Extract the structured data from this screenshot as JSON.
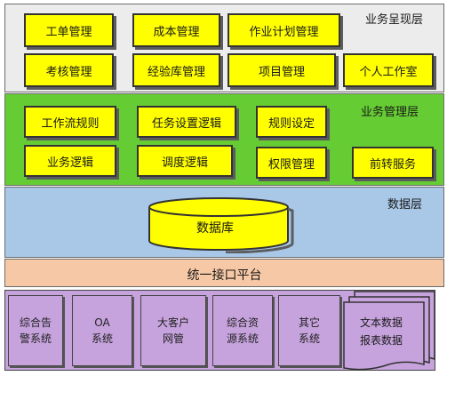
{
  "presentation_layer": {
    "title": "业务呈现层",
    "boxes": [
      "工单管理",
      "成本管理",
      "作业计划管理",
      "考核管理",
      "经验库管理",
      "项目管理",
      "个人工作室"
    ]
  },
  "business_layer": {
    "title": "业务管理层",
    "boxes": [
      "工作流规则",
      "任务设置逻辑",
      "规则设定",
      "业务逻辑",
      "调度逻辑",
      "权限管理",
      "前转服务"
    ]
  },
  "data_layer": {
    "title": "数据层",
    "database": "数据库"
  },
  "platform_layer": {
    "title": "统一接口平台"
  },
  "systems_layer": {
    "systems": [
      [
        "综合告",
        "警系统"
      ],
      [
        "OA",
        "系统"
      ],
      [
        "大客户",
        "网管"
      ],
      [
        "综合资",
        "源系统"
      ],
      [
        "其它",
        "系统"
      ]
    ],
    "document": [
      "文本数据",
      "报表数据"
    ]
  },
  "colors": {
    "presentation_bg": "#ececec",
    "business_bg": "#66cc33",
    "data_bg": "#a9c8e8",
    "platform_bg": "#f6c8a6",
    "box_fill": "#ffff00",
    "system_fill": "#c7a3dd"
  }
}
